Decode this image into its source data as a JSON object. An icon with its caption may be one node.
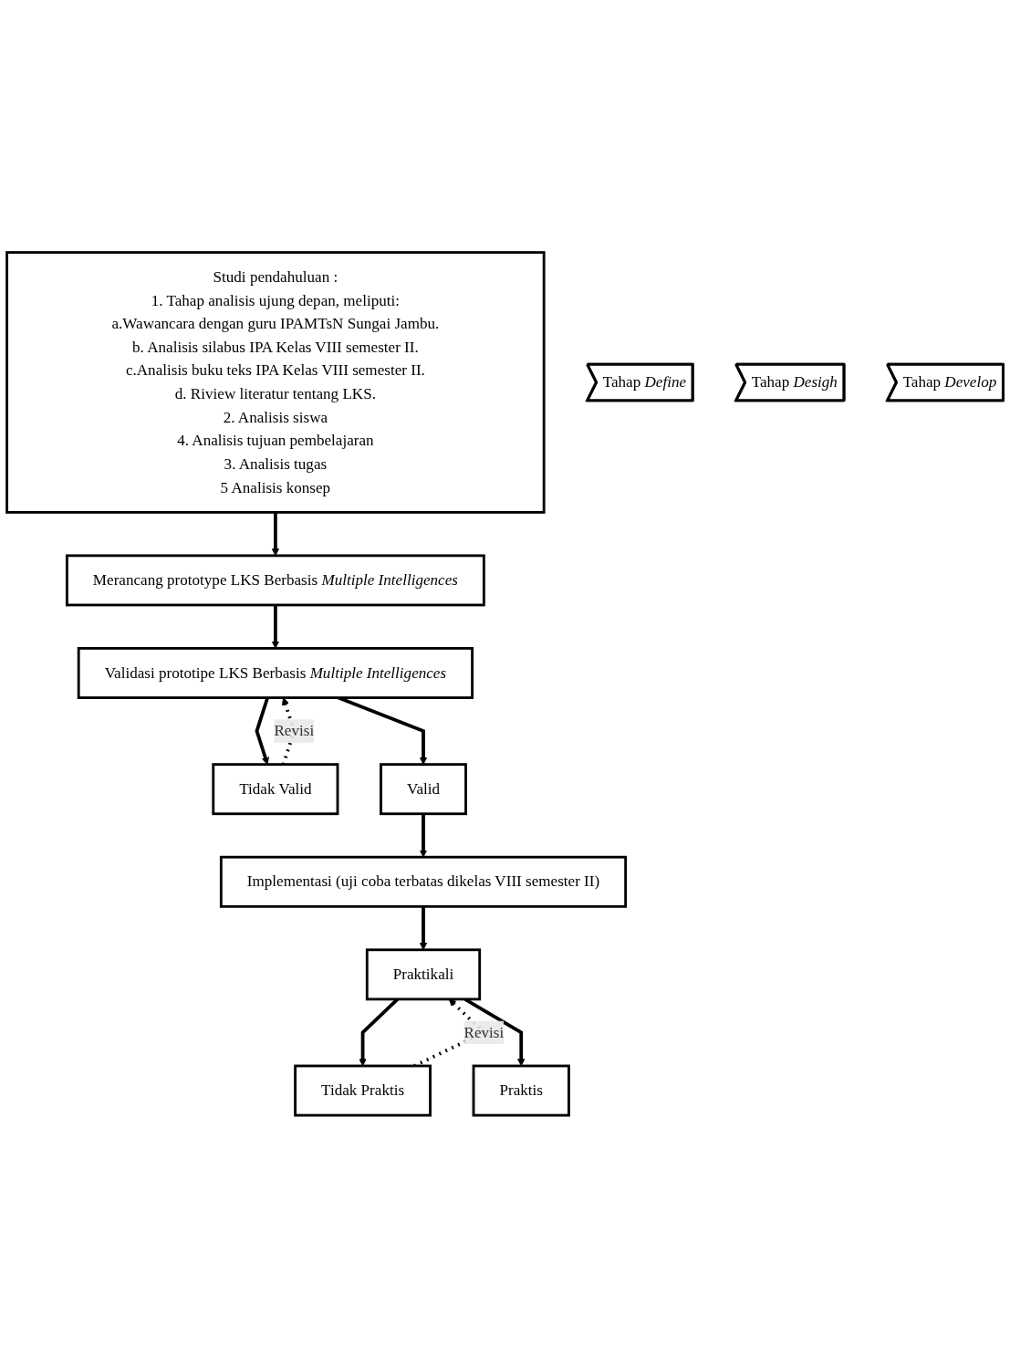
{
  "diagram": {
    "nodes": [
      {
        "text": [
          "Studi pendahuluan :",
          "1. Tahap analisis ujung depan, meliputi:",
          "a.Wawancara dengan guru IPAMTsN Sungai Jambu.",
          "b. Analisis silabus IPA Kelas VIII semester II.",
          "c.Analisis buku teks IPA Kelas VIII semester II.",
          "d. Riview literatur tentang LKS.",
          "2. Analisis siswa",
          "4. Analisis tujuan pembelajaran",
          "3. Analisis tugas",
          "5 Analisis konsep"
        ]
      },
      {
        "text": [
          "Tahap *Define*"
        ]
      },
      {
        "text": [
          "Merancang prototype LKS Berbasis *Multiple Intelligences*"
        ]
      },
      {
        "text": [
          "Tahap *Desigh*"
        ]
      },
      {
        "text": [
          "Validasi prototipe LKS Berbasis *Multiple Intelligences*"
        ]
      },
      {
        "text": [
          "Tahap *Develop*"
        ]
      },
      {
        "text": [
          "Tidak Valid"
        ]
      },
      {
        "text": [
          "Valid"
        ]
      },
      {
        "text": [
          "Implementasi (uji coba terbatas dikelas VIII semester II)"
        ]
      },
      {
        "text": [
          "Praktikali"
        ]
      },
      {
        "text": [
          "Tidak Praktis"
        ]
      },
      {
        "text": [
          "Praktis"
        ]
      }
    ],
    "edges": [
      {
        "from": 0,
        "to": 2,
        "arrow": "to"
      },
      {
        "from": 2,
        "to": 4,
        "arrow": "to"
      },
      {
        "from": 4,
        "to": 6,
        "arrow": "to"
      },
      {
        "from": 4,
        "to": 7,
        "arrow": "to"
      },
      {
        "from": 6,
        "to": 4,
        "arrow": "to",
        "label": "Revisi",
        "style": "dashed"
      },
      {
        "from": 7,
        "to": 8,
        "arrow": "to"
      },
      {
        "from": 8,
        "to": 9,
        "arrow": "to"
      },
      {
        "from": 9,
        "to": 10,
        "arrow": "to"
      },
      {
        "from": 9,
        "to": 11,
        "arrow": "to"
      },
      {
        "from": 10,
        "to": 9,
        "arrow": "to",
        "label": "Revisi",
        "style": "dashed"
      }
    ]
  }
}
